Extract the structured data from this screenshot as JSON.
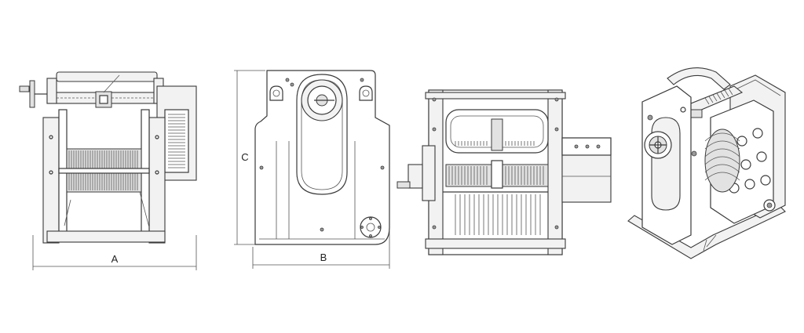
{
  "dimensions": {
    "width_label": "A",
    "depth_label": "B",
    "height_label": "C"
  },
  "views": [
    {
      "name": "front-view"
    },
    {
      "name": "side-view"
    },
    {
      "name": "top-view"
    },
    {
      "name": "isometric-view"
    }
  ],
  "colors": {
    "line": "#3a3a3a",
    "background": "#ffffff"
  }
}
